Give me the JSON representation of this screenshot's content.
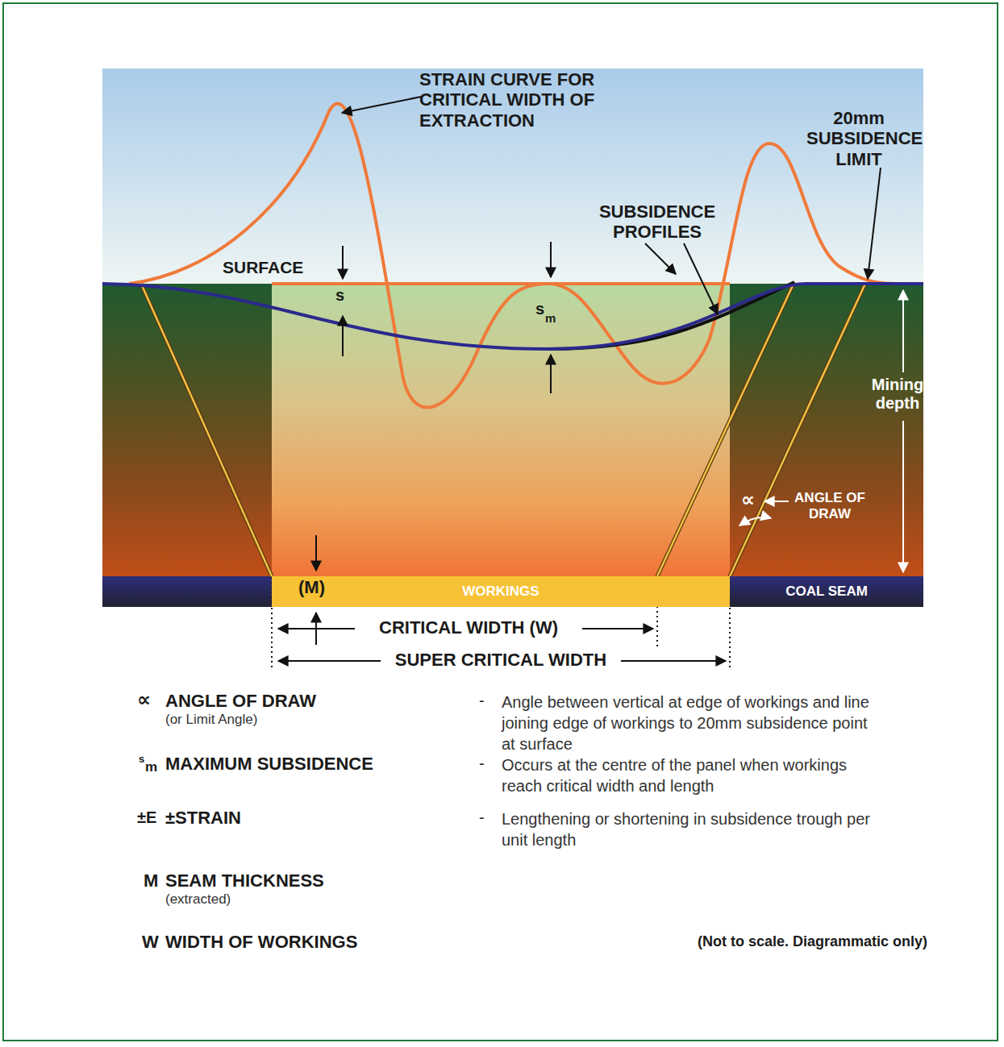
{
  "diagram": {
    "nodes": [
      {
        "text": [
          "WORKINGS"
        ]
      },
      {
        "text": [
          "COAL SEAM"
        ]
      }
    ],
    "labels": [
      "STRAIN CURVE FOR CRITICAL WIDTH OF EXTRACTION",
      "20mm SUBSIDENCE LIMIT",
      "SUBSIDENCE PROFILES",
      "SURFACE",
      "s",
      "s",
      "m",
      "Mining depth",
      "∝",
      "ANGLE OF DRAW",
      "(M)",
      "CRITICAL WIDTH (W)",
      "SUPER CRITICAL WIDTH",
      "∝",
      "ANGLE OF DRAW",
      "(or Limit Angle)",
      "-",
      "Angle between vertical at edge of workings and line joining edge of workings to 20mm subsidence point at surface",
      "s",
      "m",
      "MAXIMUM SUBSIDENCE",
      "-",
      "Occurs at the centre of the panel when workings reach critical width and length",
      "±E",
      "±STRAIN",
      "-",
      "Lengthening or shortening in subsidence trough per unit length",
      "M",
      "SEAM THICKNESS",
      "(extracted)",
      "W",
      "WIDTH OF WORKINGS",
      "(Not to scale. Diagrammatic only)"
    ]
  }
}
